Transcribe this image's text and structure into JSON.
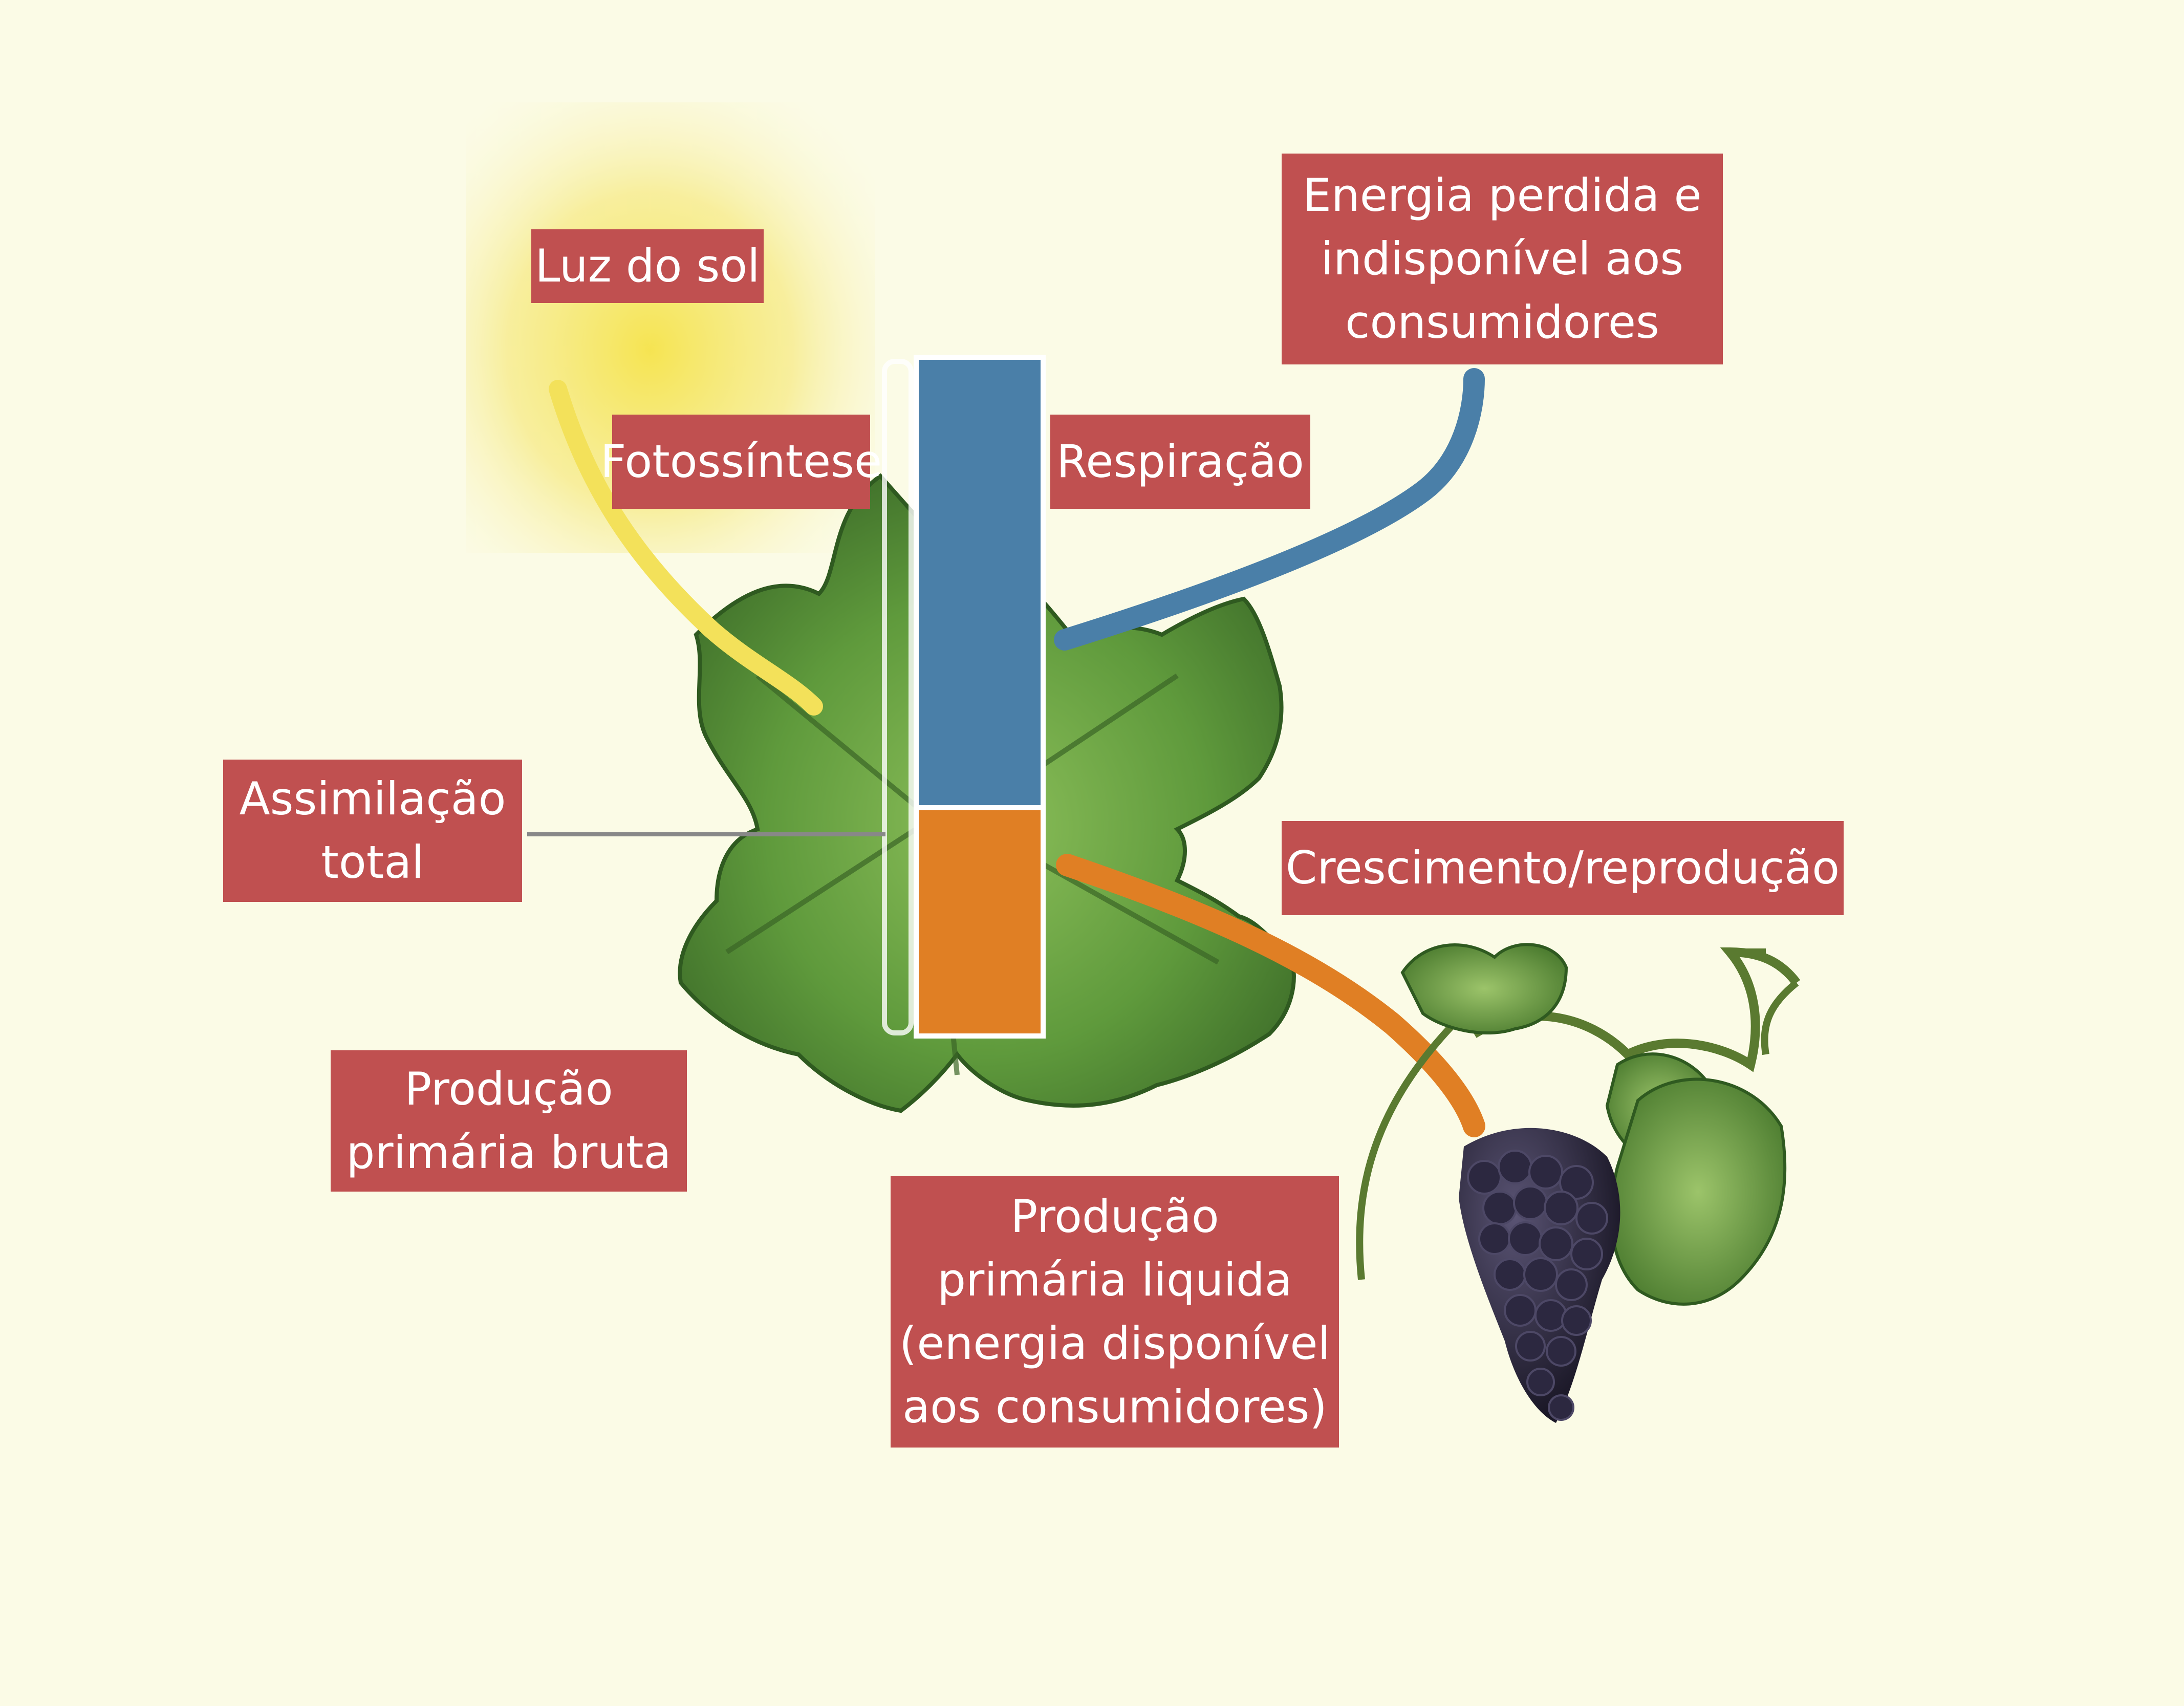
{
  "colors": {
    "background": "#fbfbe6",
    "label_box": "#c05050",
    "label_text": "#ffffff",
    "sunlight": "#f3e15a",
    "respiration": "#4a7fa8",
    "growth": "#e07f24",
    "leaf": "#5f9a3c",
    "grapes": "#26223a"
  },
  "labels": {
    "sunlight": "Luz do sol",
    "energy_lost": [
      "Energia perdida e",
      "indisponível aos",
      "consumidores"
    ],
    "photosynthesis": "Fotossíntese",
    "respiration": "Respiração",
    "total_assimilation": [
      "Assimilação",
      "total"
    ],
    "growth_reproduction": "Crescimento/reprodução",
    "gross_primary": [
      "Produção",
      "primária bruta"
    ],
    "net_primary": [
      "Produção",
      "primária liquida",
      "(energia disponível",
      "aos consumidores)"
    ]
  },
  "icons": {
    "sun": "sun-glow",
    "leaf": "vine-leaf",
    "grapes": "grape-bunch"
  }
}
